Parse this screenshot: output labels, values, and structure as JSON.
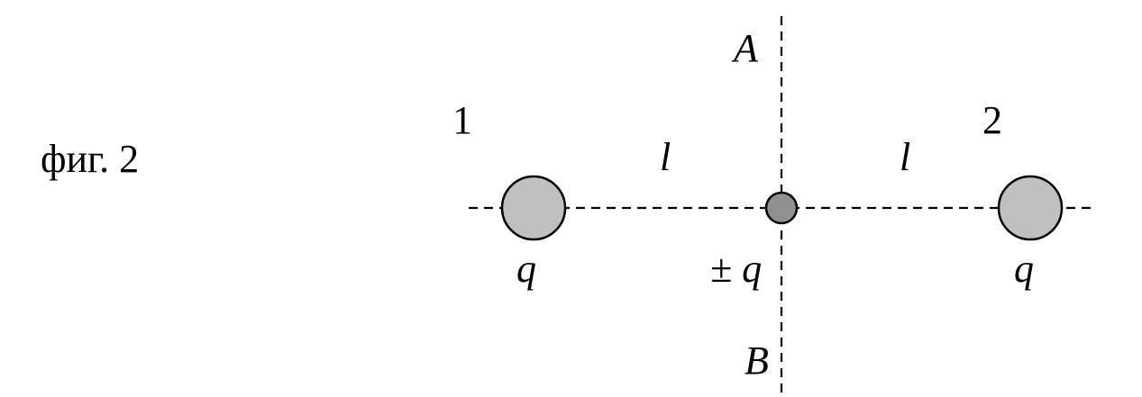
{
  "figure": {
    "caption": "фиг. 2"
  },
  "charges": {
    "left": {
      "number": "1",
      "charge": "q",
      "fill": "#c0c0c0"
    },
    "center": {
      "charge": "± q",
      "fill": "#909090"
    },
    "right": {
      "number": "2",
      "charge": "q",
      "fill": "#c0c0c0"
    }
  },
  "distances": {
    "left": "l",
    "right": "l"
  },
  "axis": {
    "top_label": "A",
    "bottom_label": "B"
  },
  "style": {
    "line_color": "#000000"
  }
}
